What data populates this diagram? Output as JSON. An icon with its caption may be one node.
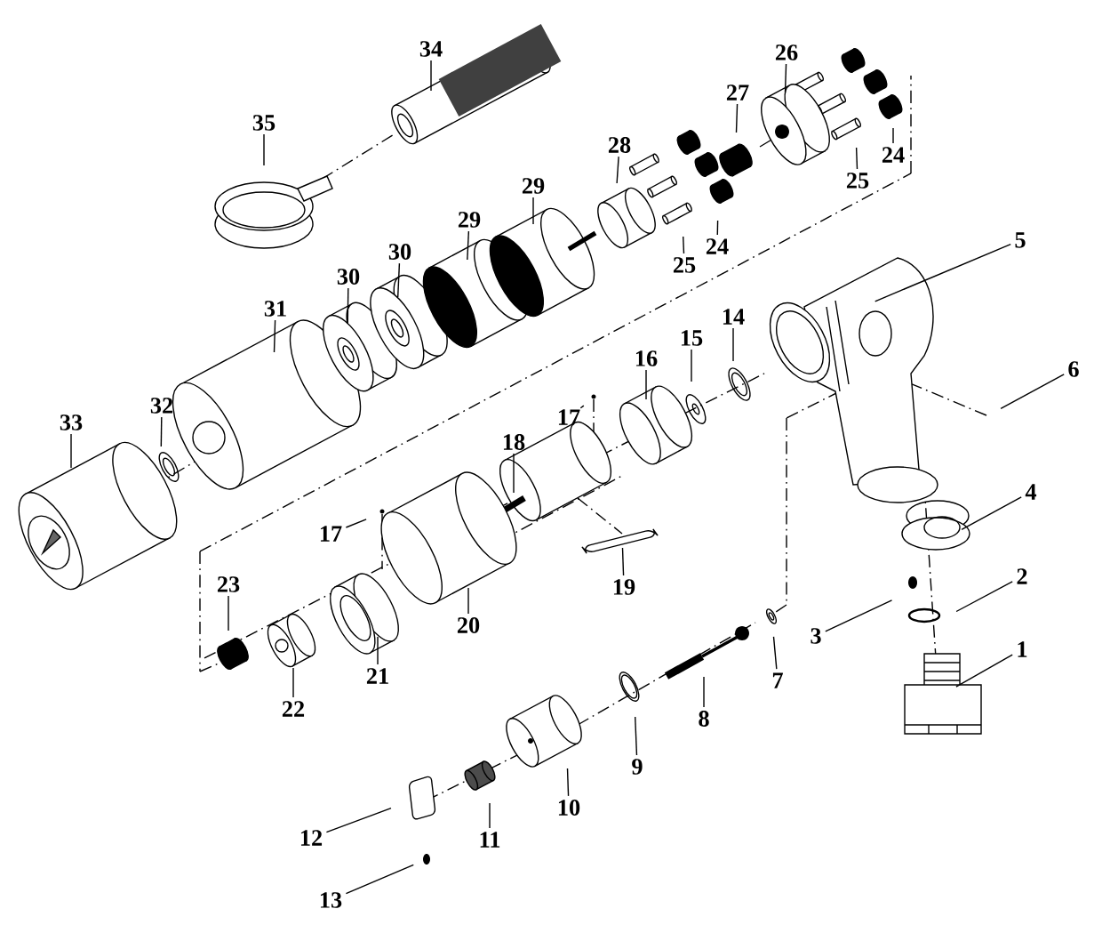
{
  "diagram": {
    "nodes": [
      {
        "text": [
          "34"
        ]
      },
      {
        "text": [
          "26"
        ]
      },
      {
        "text": [
          "27"
        ]
      },
      {
        "text": [
          "35"
        ]
      },
      {
        "text": [
          "28"
        ]
      },
      {
        "text": [
          "24"
        ]
      },
      {
        "text": [
          "25"
        ]
      },
      {
        "text": [
          "29"
        ]
      },
      {
        "text": [
          "29"
        ]
      },
      {
        "text": [
          "5"
        ]
      },
      {
        "text": [
          "24"
        ]
      },
      {
        "text": [
          "25"
        ]
      },
      {
        "text": [
          "30"
        ]
      },
      {
        "text": [
          "30"
        ]
      },
      {
        "text": [
          "31"
        ]
      },
      {
        "text": [
          "14"
        ]
      },
      {
        "text": [
          "15"
        ]
      },
      {
        "text": [
          "16"
        ]
      },
      {
        "text": [
          "6"
        ]
      },
      {
        "text": [
          "32"
        ]
      },
      {
        "text": [
          "17"
        ]
      },
      {
        "text": [
          "33"
        ]
      },
      {
        "text": [
          "18"
        ]
      },
      {
        "text": [
          "4"
        ]
      },
      {
        "text": [
          "17"
        ]
      },
      {
        "text": [
          "2"
        ]
      },
      {
        "text": [
          "23"
        ]
      },
      {
        "text": [
          "19"
        ]
      },
      {
        "text": [
          "20"
        ]
      },
      {
        "text": [
          "3"
        ]
      },
      {
        "text": [
          "1"
        ]
      },
      {
        "text": [
          "21"
        ]
      },
      {
        "text": [
          "7"
        ]
      },
      {
        "text": [
          "22"
        ]
      },
      {
        "text": [
          "8"
        ]
      },
      {
        "text": [
          "9"
        ]
      },
      {
        "text": [
          "10"
        ]
      },
      {
        "text": [
          "12"
        ]
      },
      {
        "text": [
          "11"
        ]
      },
      {
        "text": [
          "13"
        ]
      }
    ],
    "edges": [
      {
        "from": 0,
        "to": null,
        "arrow": "none"
      },
      {
        "from": 1,
        "to": null,
        "arrow": "none"
      },
      {
        "from": 2,
        "to": null,
        "arrow": "none"
      },
      {
        "from": 3,
        "to": null,
        "arrow": "none"
      },
      {
        "from": 4,
        "to": null,
        "arrow": "none"
      },
      {
        "from": 5,
        "to": null,
        "arrow": "none"
      },
      {
        "from": 6,
        "to": null,
        "arrow": "none"
      },
      {
        "from": 7,
        "to": null,
        "arrow": "none"
      },
      {
        "from": 8,
        "to": null,
        "arrow": "none"
      },
      {
        "from": 9,
        "to": null,
        "arrow": "none"
      },
      {
        "from": 10,
        "to": null,
        "arrow": "none"
      },
      {
        "from": 11,
        "to": null,
        "arrow": "none"
      },
      {
        "from": 12,
        "to": null,
        "arrow": "none"
      },
      {
        "from": 13,
        "to": null,
        "arrow": "none"
      },
      {
        "from": 14,
        "to": null,
        "arrow": "none"
      },
      {
        "from": 15,
        "to": null,
        "arrow": "none"
      },
      {
        "from": 16,
        "to": null,
        "arrow": "none"
      },
      {
        "from": 17,
        "to": null,
        "arrow": "none"
      },
      {
        "from": 18,
        "to": null,
        "arrow": "none"
      },
      {
        "from": 19,
        "to": null,
        "arrow": "none"
      },
      {
        "from": 20,
        "to": null,
        "arrow": "none"
      },
      {
        "from": 21,
        "to": null,
        "arrow": "none"
      },
      {
        "from": 22,
        "to": null,
        "arrow": "none"
      },
      {
        "from": 23,
        "to": null,
        "arrow": "none"
      },
      {
        "from": 24,
        "to": null,
        "arrow": "none"
      },
      {
        "from": 25,
        "to": null,
        "arrow": "none"
      },
      {
        "from": 26,
        "to": null,
        "arrow": "none"
      },
      {
        "from": 27,
        "to": null,
        "arrow": "none"
      },
      {
        "from": 28,
        "to": null,
        "arrow": "none"
      },
      {
        "from": 29,
        "to": null,
        "arrow": "none"
      },
      {
        "from": 30,
        "to": null,
        "arrow": "none"
      },
      {
        "from": 31,
        "to": null,
        "arrow": "none"
      },
      {
        "from": 32,
        "to": null,
        "arrow": "none"
      },
      {
        "from": 33,
        "to": null,
        "arrow": "none"
      },
      {
        "from": 34,
        "to": null,
        "arrow": "none"
      },
      {
        "from": 35,
        "to": null,
        "arrow": "none"
      },
      {
        "from": 36,
        "to": null,
        "arrow": "none"
      },
      {
        "from": 37,
        "to": null,
        "arrow": "none"
      },
      {
        "from": 38,
        "to": null,
        "arrow": "none"
      },
      {
        "from": 39,
        "to": null,
        "arrow": "none"
      }
    ]
  }
}
